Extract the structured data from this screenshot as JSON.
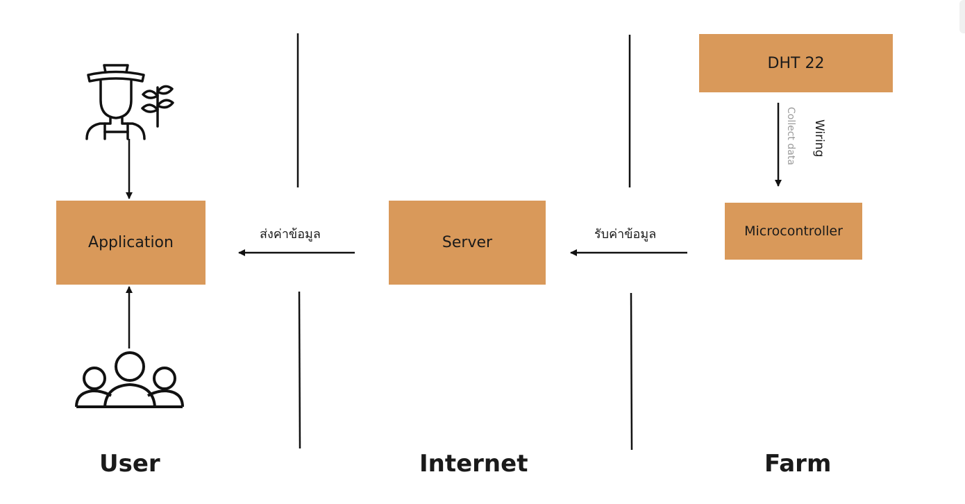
{
  "nodes": {
    "application": "Application",
    "server": "Server",
    "sensor": "DHT 22",
    "microcontroller": "Microcontroller"
  },
  "edges": {
    "server_to_app": "ส่งค่าข้อมูล",
    "mcu_to_server": "รับค่าข้อมูล",
    "sensor_wiring": "Wiring",
    "sensor_collect": "Collect data"
  },
  "zones": {
    "user": "User",
    "internet": "Internet",
    "farm": "Farm"
  },
  "icons": {
    "top_left": "farmer-icon",
    "bottom_left": "people-group-icon"
  },
  "colors": {
    "node_fill": "#d9995a",
    "stroke": "#1a1a1a"
  }
}
